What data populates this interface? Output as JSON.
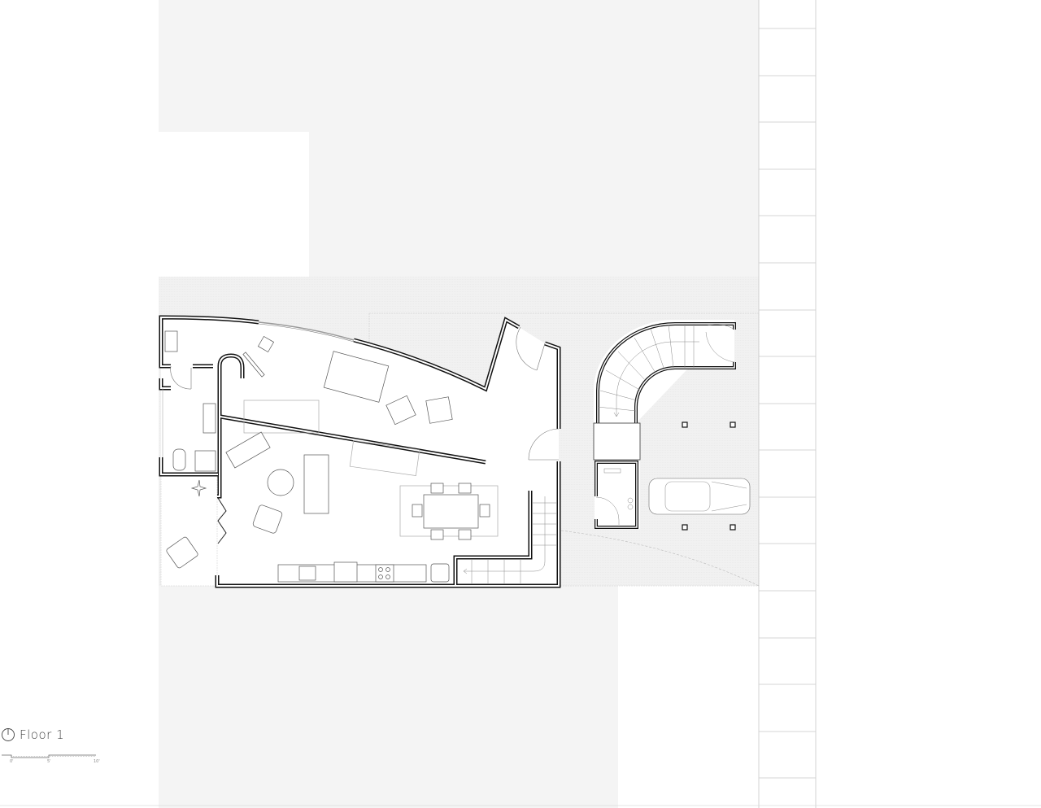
{
  "drawing": {
    "label": "Floor 1",
    "scale_bar": {
      "ticks": [
        "0'",
        "5'",
        "10'"
      ]
    },
    "colors": {
      "wall": "#111111",
      "site": "#f3f3f3",
      "background": "#ffffff",
      "furniture": "#555555"
    }
  }
}
